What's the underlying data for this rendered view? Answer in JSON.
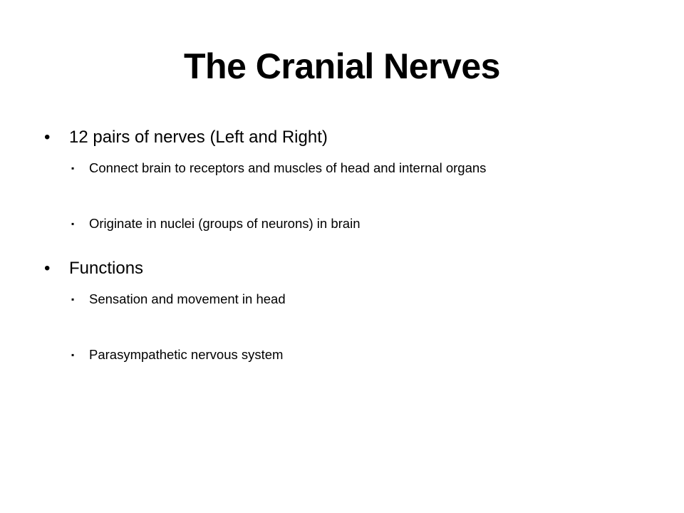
{
  "slide": {
    "title": "The Cranial Nerves",
    "bullets": [
      {
        "text": "12 pairs of nerves (Left and Right)",
        "sub": [
          "Connect brain to receptors and muscles of head and internal organs",
          "Originate in nuclei (groups of neurons) in brain"
        ]
      },
      {
        "text": "Functions",
        "sub": [
          "Sensation and movement in head",
          "Parasympathetic nervous system"
        ]
      }
    ],
    "bullet_char": "•",
    "sub_bullet_char": "▪"
  }
}
